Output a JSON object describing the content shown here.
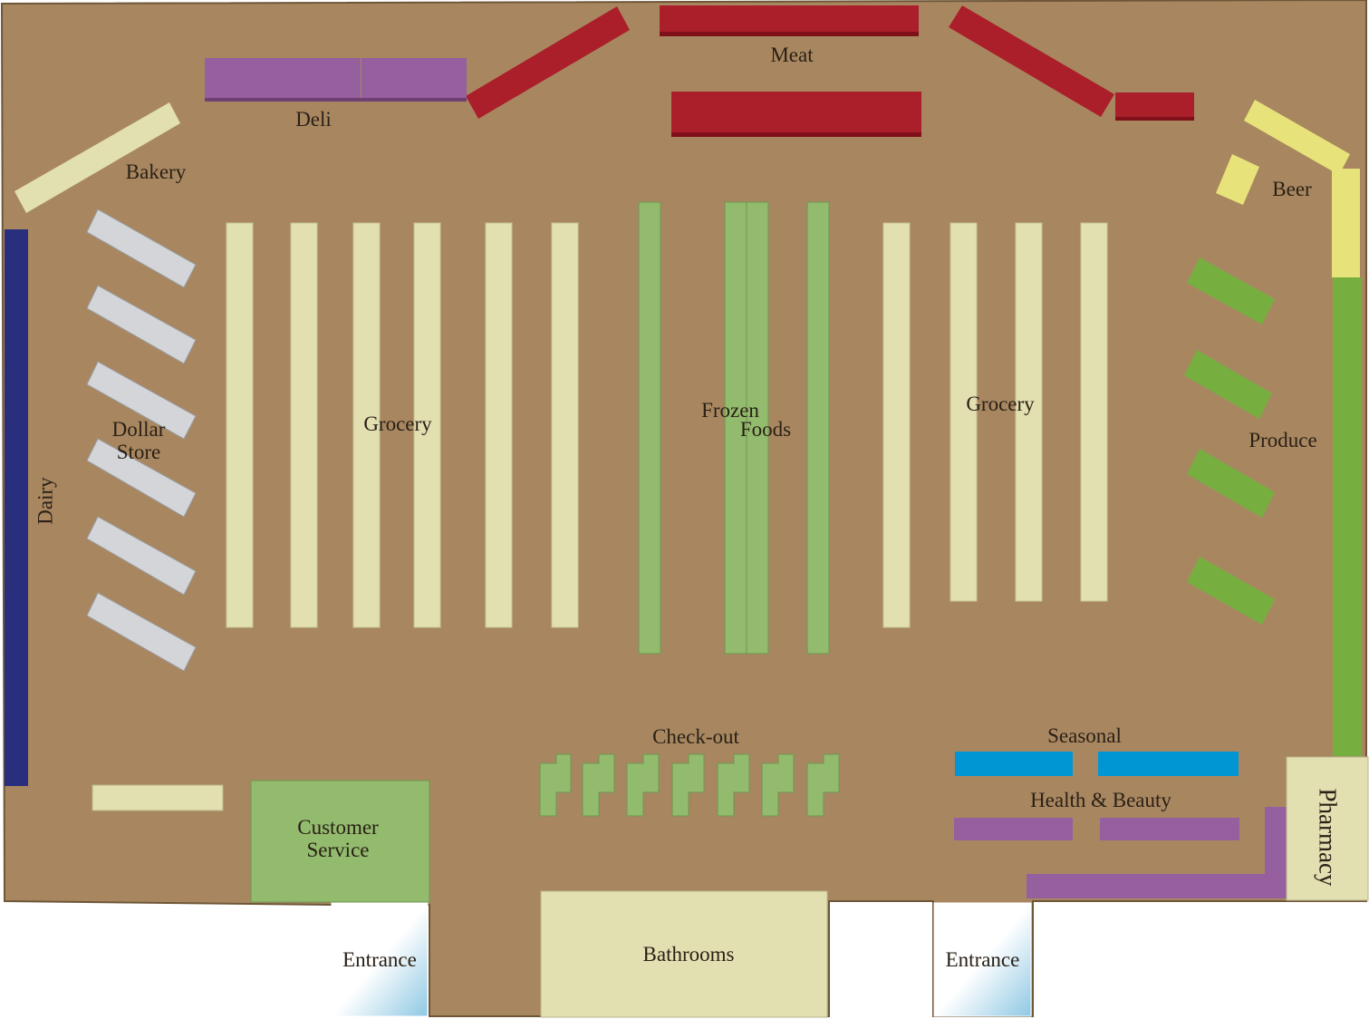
{
  "map": {
    "colors": {
      "floor": "#a88760",
      "floor_edge": "#6e5638",
      "grocery": "#e2dfb0",
      "frozen": "#93bb6e",
      "meat": "#aa1f2a",
      "deli": "#96609e",
      "bakery": "#e2dfb0",
      "beer": "#e8e27a",
      "produce": "#76af40",
      "dairy": "#2a2f7d",
      "dollar_store": "#d3d5d9",
      "seasonal": "#0096d3",
      "health_beauty": "#96609e",
      "pharmacy": "#e2dfb0",
      "customer_service": "#93bb6e",
      "bathrooms": "#e2dfb0",
      "checkout": "#93bb6e",
      "entrance_glass": "#aed6ea"
    },
    "labels": {
      "meat": "Meat",
      "deli": "Deli",
      "bakery": "Bakery",
      "beer": "Beer",
      "dairy": "Dairy",
      "dollar_store": [
        "Dollar",
        "Store"
      ],
      "grocery_left": "Grocery",
      "frozen_foods": [
        "Frozen",
        "Foods"
      ],
      "grocery_right": "Grocery",
      "produce": "Produce",
      "checkout": "Check-out",
      "seasonal": "Seasonal",
      "health_beauty": "Health & Beauty",
      "customer_service": [
        "Customer",
        "Service"
      ],
      "pharmacy": "Pharmacy",
      "bathrooms": "Bathrooms",
      "entrance_left": "Entrance",
      "entrance_right": "Entrance"
    }
  }
}
